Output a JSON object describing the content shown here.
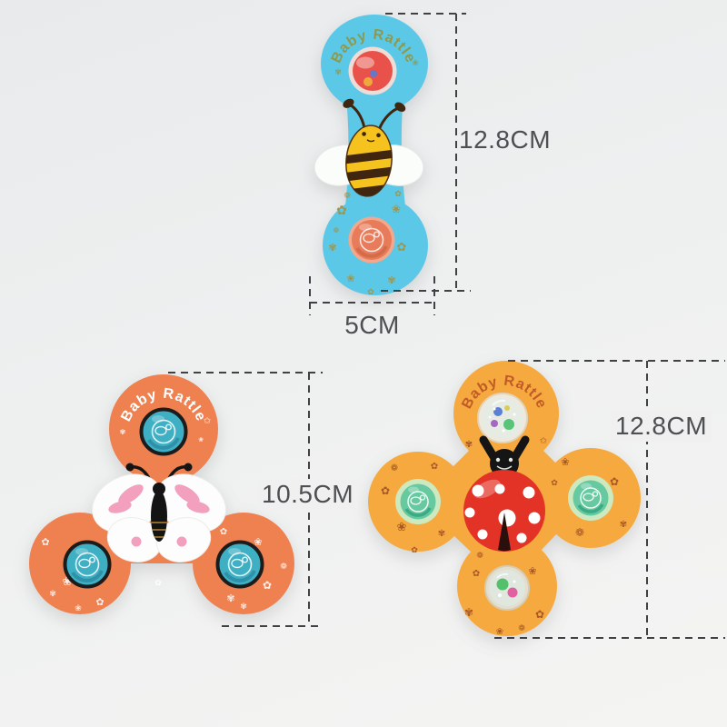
{
  "background": {
    "top": "#e8eaec",
    "bottom": "#f4f4f2"
  },
  "toys": {
    "bee": {
      "label": "Baby Rattle",
      "label_color": "#8d9a4e",
      "body_color": "#5cc8e8",
      "character": "bee",
      "height": "12.8CM",
      "width": "5CM",
      "top_rattle_color": "#e8524a",
      "bottom_rattle_color": "#e87c5a",
      "pattern_color": "#a5913d"
    },
    "butterfly": {
      "label": "Baby Rattle",
      "label_color": "#ffffff",
      "body_color": "#ef8150",
      "character": "butterfly",
      "height": "10.5CM",
      "rattle_color": "#3fb0c4",
      "pattern_color": "#ffffff"
    },
    "ladybug": {
      "label": "Baby Rattle",
      "label_color": "#c05a28",
      "body_color": "#f6a93e",
      "character": "ladybug",
      "height": "12.8CM",
      "rattle_color": "#66c9a0",
      "pattern_color": "#9a4a22"
    }
  },
  "dimension_lines": {
    "color": "#3f4144",
    "text_color": "#4d4f52"
  },
  "glyphs": {
    "flower": "✿",
    "blossom": "❀",
    "petal": "✾",
    "daisy": "❁",
    "star": "✦",
    "star_outline": "✩"
  }
}
